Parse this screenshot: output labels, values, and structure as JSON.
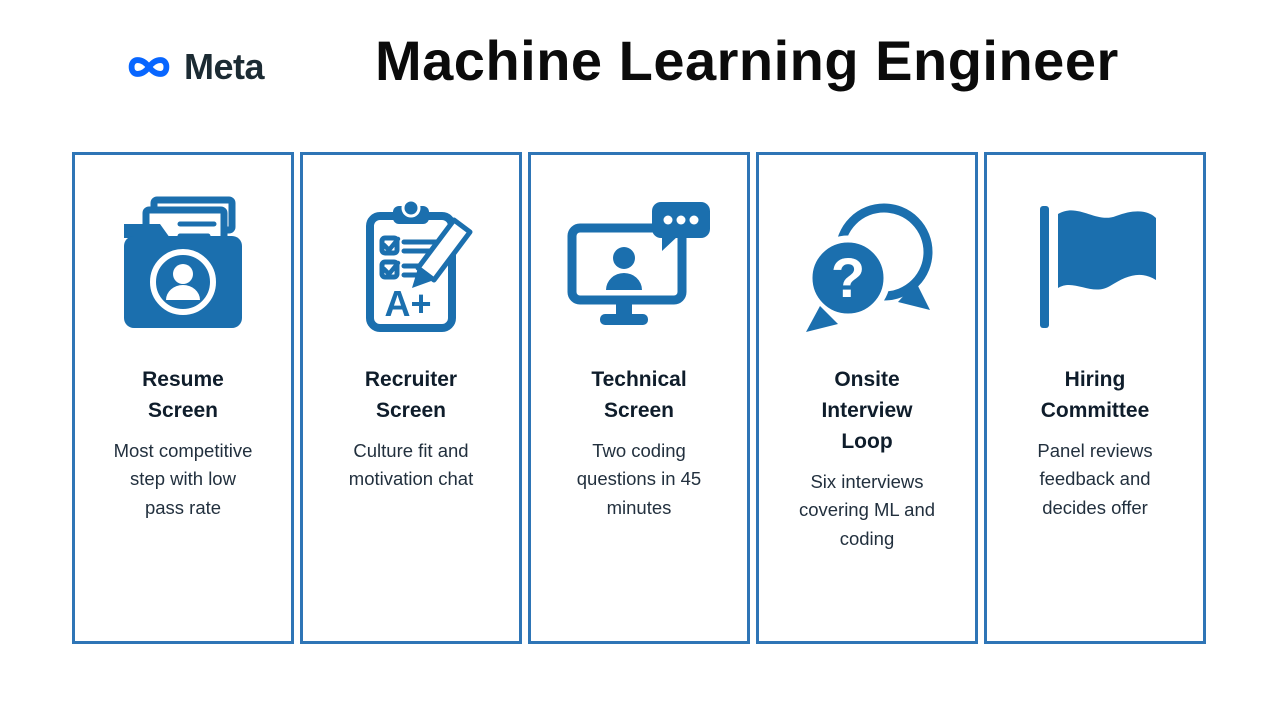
{
  "page": {
    "brand": "Meta",
    "title": "Machine Learning Engineer"
  },
  "colors": {
    "icon_blue": "#1b6fae",
    "card_border_blue": "#2e75b6",
    "meta_brand_blue": "#0866ff",
    "meta_text_navy": "#1c2b33",
    "title_black": "#0b0b0b"
  },
  "cards": [
    {
      "title": "Resume Screen",
      "description": "Most competitive step with low pass rate",
      "icon": "resume-folder-icon"
    },
    {
      "title": "Recruiter Screen",
      "description": "Culture fit and motivation chat",
      "icon": "clipboard-checklist-icon"
    },
    {
      "title": "Technical Screen",
      "description": "Two coding questions in 45 minutes",
      "icon": "video-interview-icon"
    },
    {
      "title": "Onsite Interview Loop",
      "description": "Six interviews covering ML and coding",
      "icon": "question-bubble-icon"
    },
    {
      "title": "Hiring Committee",
      "description": "Panel reviews feedback and decides offer",
      "icon": "flag-icon"
    }
  ]
}
